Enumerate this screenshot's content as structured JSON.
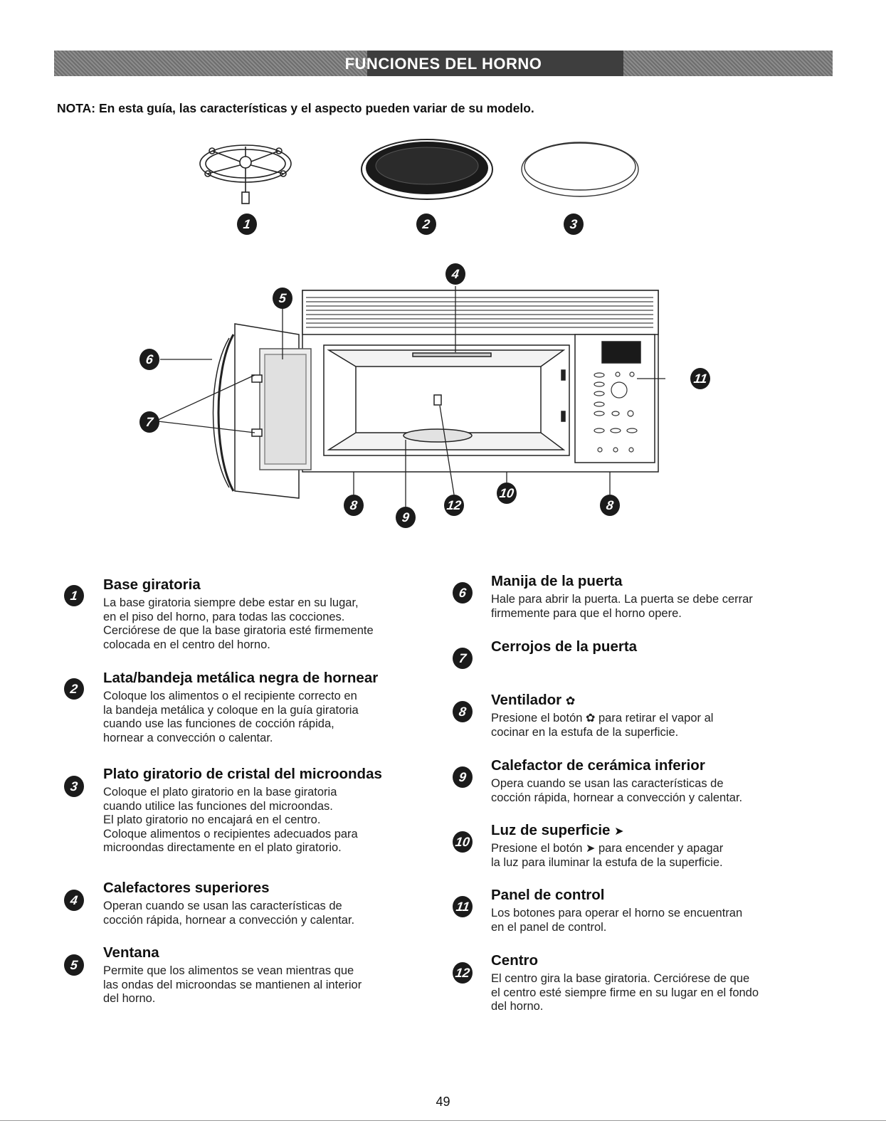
{
  "header": {
    "title": "FUNCIONES DEL HORNO",
    "note": "NOTA: En esta guía, las características y el aspecto pueden variar de su modelo."
  },
  "callouts": [
    "1",
    "2",
    "3",
    "4",
    "5",
    "6",
    "7",
    "8",
    "9",
    "12",
    "10",
    "8",
    "11"
  ],
  "items_left": [
    {
      "num": "1",
      "title": "Base giratoria",
      "lines": [
        "La base giratoria siempre debe estar en su lugar,",
        "en el piso del horno, para todas las cocciones.",
        "Cerciórese de que la base giratoria esté firmemente",
        "colocada en el centro del horno."
      ]
    },
    {
      "num": "2",
      "title": "Lata/bandeja metálica negra de hornear",
      "lines": [
        "Coloque los alimentos o el recipiente correcto en",
        "la bandeja metálica y coloque en la guía giratoria",
        "cuando use las funciones de cocción rápida,",
        "hornear a convección o calentar."
      ]
    },
    {
      "num": "3",
      "title": "Plato giratorio de cristal del microondas",
      "lines": [
        "Coloque el plato giratorio en la base giratoria",
        "cuando utilice las funciones del microondas.",
        "El plato giratorio no encajará en el centro.",
        "Coloque alimentos o recipientes adecuados para",
        "microondas directamente en el plato giratorio."
      ]
    },
    {
      "num": "4",
      "title": "Calefactores superiores",
      "lines": [
        "Operan cuando se usan las características de",
        "cocción rápida, hornear a convección y calentar."
      ]
    },
    {
      "num": "5",
      "title": "Ventana",
      "lines": [
        "Permite que los alimentos se vean mientras que",
        "las ondas del microondas se mantienen al interior",
        "del horno."
      ]
    }
  ],
  "items_right": [
    {
      "num": "6",
      "title": "Manija de la puerta",
      "lines": [
        "Hale para abrir la puerta. La puerta se debe cerrar",
        "firmemente para que el horno opere."
      ]
    },
    {
      "num": "7",
      "title": "Cerrojos de la puerta",
      "lines": []
    },
    {
      "num": "8",
      "title": "Ventilador",
      "title_icon": "fan-icon",
      "lines": [
        "Presione el botón [icon] para retirar el vapor al",
        "cocinar en la estufa de la superficie."
      ]
    },
    {
      "num": "9",
      "title": "Calefactor de cerámica inferior",
      "lines": [
        "Opera cuando se usan las características de",
        "cocción rápida, hornear a convección y calentar."
      ]
    },
    {
      "num": "10",
      "title": "Luz de superficie",
      "title_icon": "light-icon",
      "lines": [
        "Presione el botón [icon] para encender y apagar",
        "la luz para iluminar la estufa de la superficie."
      ]
    },
    {
      "num": "11",
      "title": "Panel de control",
      "lines": [
        "Los botones para operar el horno se encuentran",
        "en el panel de control."
      ]
    },
    {
      "num": "12",
      "title": "Centro",
      "lines": [
        "El centro gira la base giratoria. Cerciórese de que",
        "el centro esté siempre firme en su lugar en el fondo",
        "del horno."
      ]
    }
  ],
  "page_number": "49"
}
